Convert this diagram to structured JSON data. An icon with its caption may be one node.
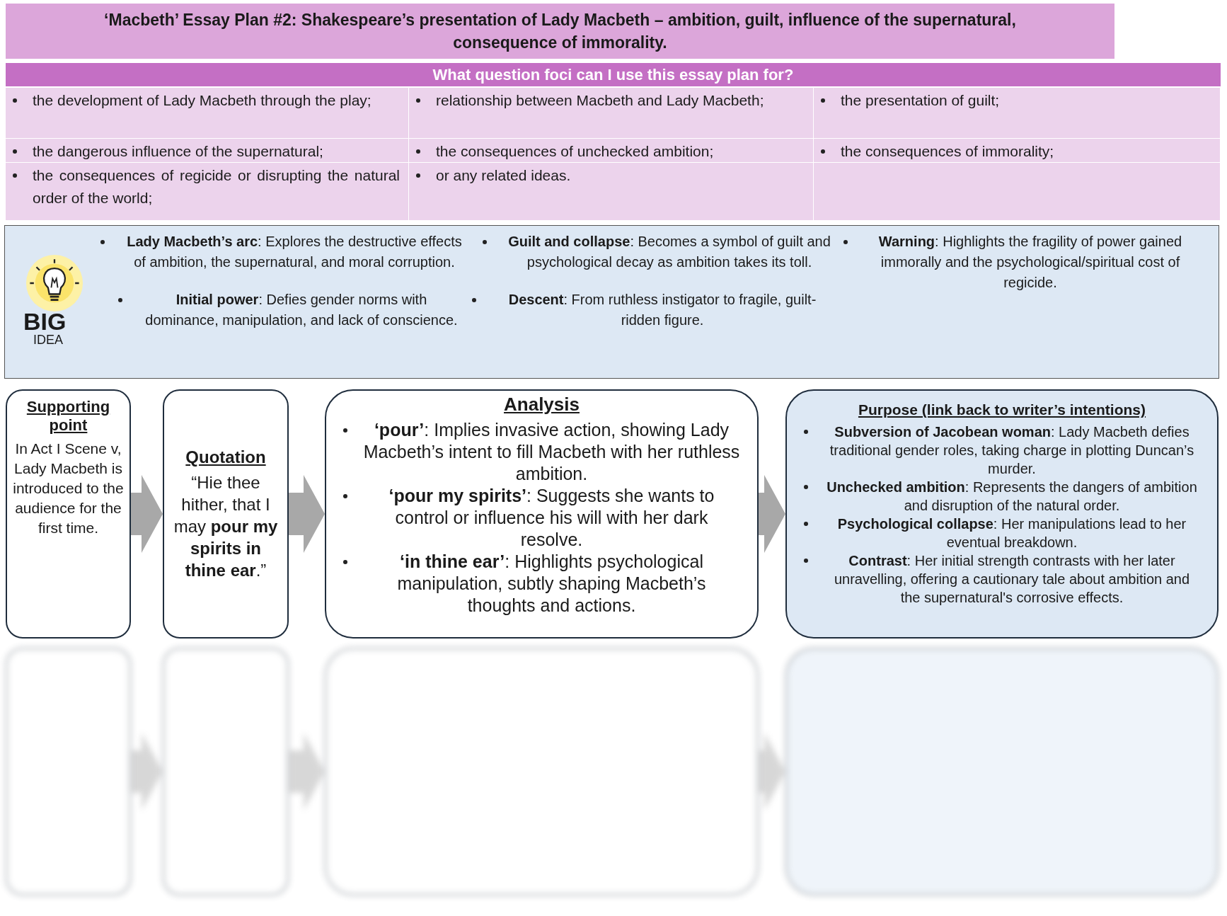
{
  "diagram": {
    "title": "‘Macbeth’ Essay Plan #2: Shakespeare’s presentation of Lady Macbeth – ambition, guilt, influence of the supernatural, consequence of immorality.",
    "nodes": [
      {
        "text": [
          "Supporting point",
          "In Act I Scene v, Lady Macbeth is introduced to the audience for the first time."
        ]
      },
      {
        "text": [
          "Quotation",
          "“Hie thee hither, that I may **pour my spirits in thine ear**.”"
        ]
      },
      {
        "text": [
          "Analysis",
          "**‘pour’**: Implies invasive action, showing Lady Macbeth’s intent to fill Macbeth with her ruthless ambition.",
          "**‘pour my spirits’**: Suggests she wants to control or influence his will with her dark resolve.",
          "**‘in thine ear’**: Highlights psychological manipulation, subtly shaping Macbeth’s thoughts and actions."
        ]
      },
      {
        "text": [
          "Purpose (link back to writer’s intentions)",
          "**Subversion of Jacobean woman**: Lady Macbeth defies traditional gender roles, taking charge in plotting Duncan’s murder.",
          "**Unchecked ambition**: Represents the dangers of ambition and disruption of the natural order.",
          "**Psychological collapse**: Her manipulations lead to her eventual breakdown.",
          "**Contrast**: Her initial strength contrasts with her later unravelling, offering a cautionary tale about ambition and the supernatural's corrosive effects."
        ]
      },
      {
        "text": [],
        "shape": "box"
      },
      {
        "text": [],
        "shape": "box"
      },
      {
        "text": [],
        "shape": "box"
      },
      {
        "text": [],
        "shape": "box"
      }
    ],
    "edges": [
      {
        "from": 0,
        "to": 1,
        "arrow": "to"
      },
      {
        "from": 1,
        "to": 2,
        "arrow": "to"
      },
      {
        "from": 2,
        "to": 3,
        "arrow": "to"
      },
      {
        "from": 4,
        "to": 5,
        "arrow": "to"
      },
      {
        "from": 5,
        "to": 6,
        "arrow": "to"
      },
      {
        "from": 6,
        "to": 7,
        "arrow": "to"
      }
    ],
    "labels": [
      "What question foci can I use this essay plan for?",
      "the development of Lady Macbeth through the play;",
      "relationship between Macbeth and Lady Macbeth;",
      "the presentation of guilt;",
      "the dangerous influence of the supernatural;",
      "the consequences of unchecked ambition;",
      "the consequences of immorality;",
      "the consequences of regicide or disrupting the natural order of the world;",
      "or any related ideas.",
      "BIG",
      "IDEA",
      "**Lady Macbeth’s arc**: Explores the destructive effects of ambition, the supernatural, and moral corruption.",
      "**Guilt and collapse**: Becomes a symbol of guilt and psychological decay as ambition takes its toll.",
      "**Warning**: Highlights the fragility of power gained immorally and the psychological/spiritual cost of regicide.",
      "**Initial power**: Defies gender norms with dominance, manipulation, and lack of conscience.",
      "**Descent**: From ruthless instigator to fragile, guilt-ridden figure."
    ]
  }
}
